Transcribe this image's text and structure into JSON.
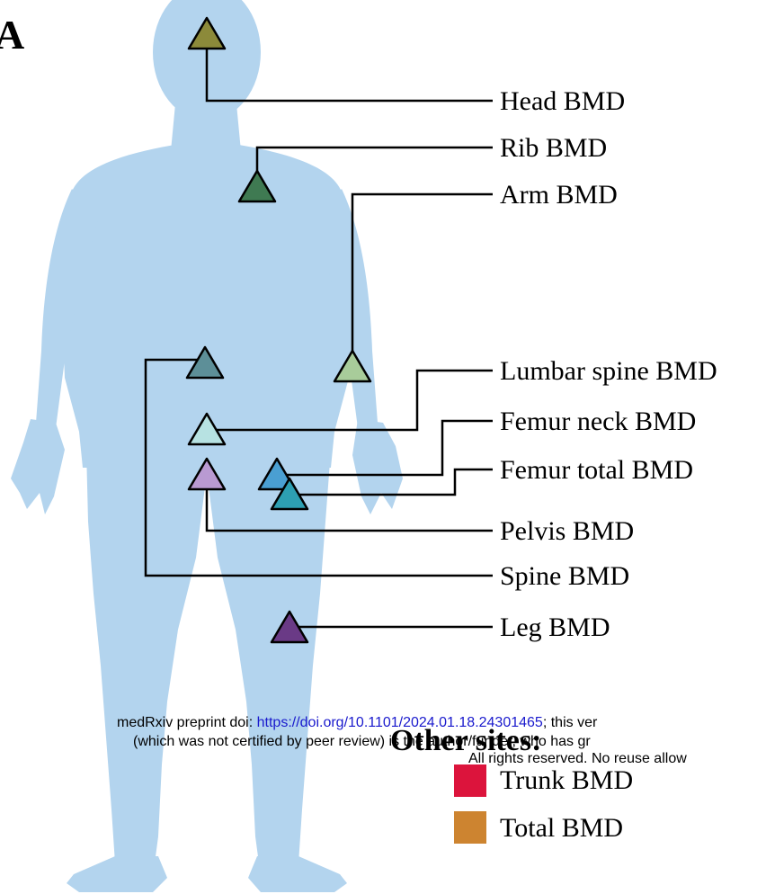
{
  "panel_label": "A",
  "colors": {
    "body": "#b3d4ee"
  },
  "sites": [
    {
      "id": "head",
      "label": "Head BMD",
      "color": "#8c8a3a"
    },
    {
      "id": "rib",
      "label": "Rib BMD",
      "color": "#3f7a52"
    },
    {
      "id": "arm",
      "label": "Arm BMD",
      "color": "#a8cc9a"
    },
    {
      "id": "lumbar-spine",
      "label": "Lumbar spine BMD",
      "color": "#b7e2e2"
    },
    {
      "id": "femur-neck",
      "label": "Femur neck BMD",
      "color": "#4a9fd2"
    },
    {
      "id": "femur-total",
      "label": "Femur total BMD",
      "color": "#2d9fb2"
    },
    {
      "id": "pelvis",
      "label": "Pelvis BMD",
      "color": "#b99ad2"
    },
    {
      "id": "spine",
      "label": "Spine BMD",
      "color": "#5d8f98"
    },
    {
      "id": "leg",
      "label": "Leg BMD",
      "color": "#6a3a86"
    }
  ],
  "other_sites": {
    "heading": "Other sites:",
    "items": [
      {
        "label": "Trunk BMD",
        "color": "#dc143c"
      },
      {
        "label": "Total BMD",
        "color": "#cd8430"
      }
    ]
  },
  "watermark": {
    "line1_prefix": "medRxiv preprint doi: ",
    "line1_link": "https://doi.org/10.1101/2024.01.18.24301465",
    "line1_suffix": "; this ver",
    "line2": "(which was not certified by peer review) is the author/funder, who has gr",
    "line3": "All rights reserved. No reuse allow"
  }
}
